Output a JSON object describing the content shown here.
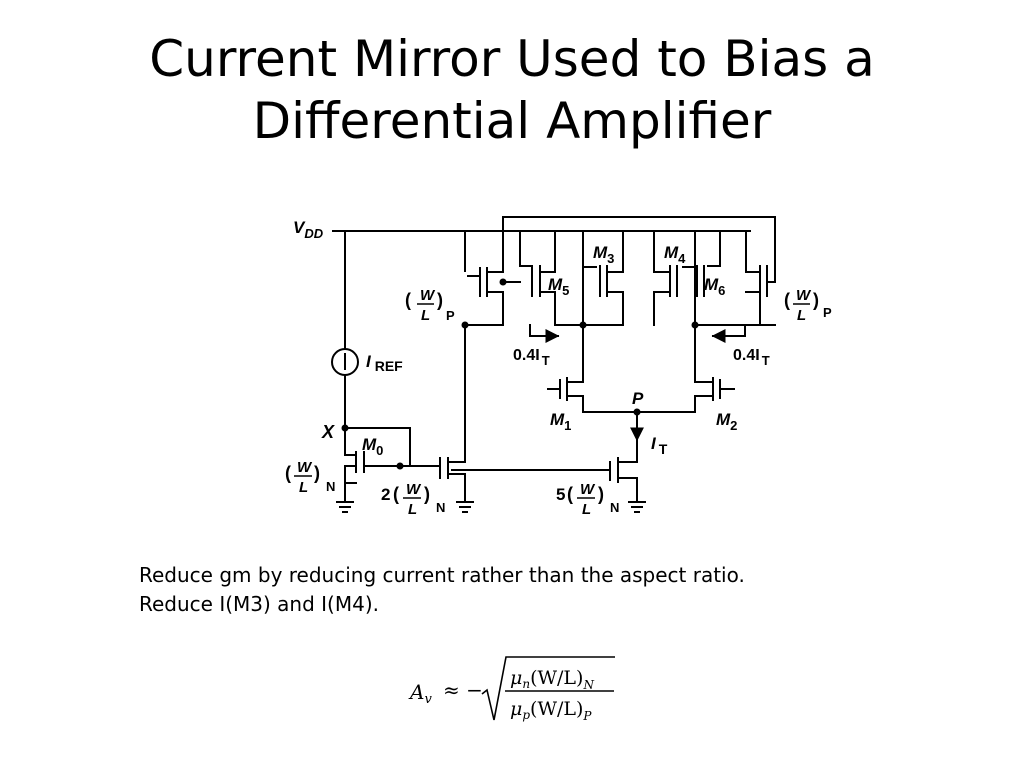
{
  "title": {
    "line1": "Current Mirror Used to Bias a",
    "line2": "Differential Amplifier"
  },
  "circuit": {
    "vdd": "V",
    "vdd_sub": "DD",
    "iref": "I",
    "iref_sub": "REF",
    "node_x": "X",
    "node_p": "P",
    "m0": "M",
    "m0_sub": "0",
    "m1": "M",
    "m1_sub": "1",
    "m2": "M",
    "m2_sub": "2",
    "m3": "M",
    "m3_sub": "3",
    "m4": "M",
    "m4_sub": "4",
    "m5": "M",
    "m5_sub": "5",
    "m6": "M",
    "m6_sub": "6",
    "it": "I",
    "it_sub": "T",
    "cur_left": "0.4I",
    "cur_left_sub": "T",
    "cur_right": "0.4I",
    "cur_right_sub": "T",
    "ratio_w": "W",
    "ratio_l": "L",
    "sub_p": "P",
    "sub_n": "N",
    "mult_2": "2",
    "mult_5": "5"
  },
  "notes": {
    "line1": "Reduce gm by reducing current rather than the aspect ratio.",
    "line2": "Reduce I(M3) and I(M4)."
  },
  "formula": {
    "lhs": "A",
    "lhs_sub": "v",
    "approx": "≈ −",
    "num_mu": "μ",
    "num_mu_sub": "n",
    "num_ratio": "(W/L)",
    "num_sub": "N",
    "den_mu": "μ",
    "den_mu_sub": "p",
    "den_ratio": "(W/L)",
    "den_sub": "P"
  }
}
